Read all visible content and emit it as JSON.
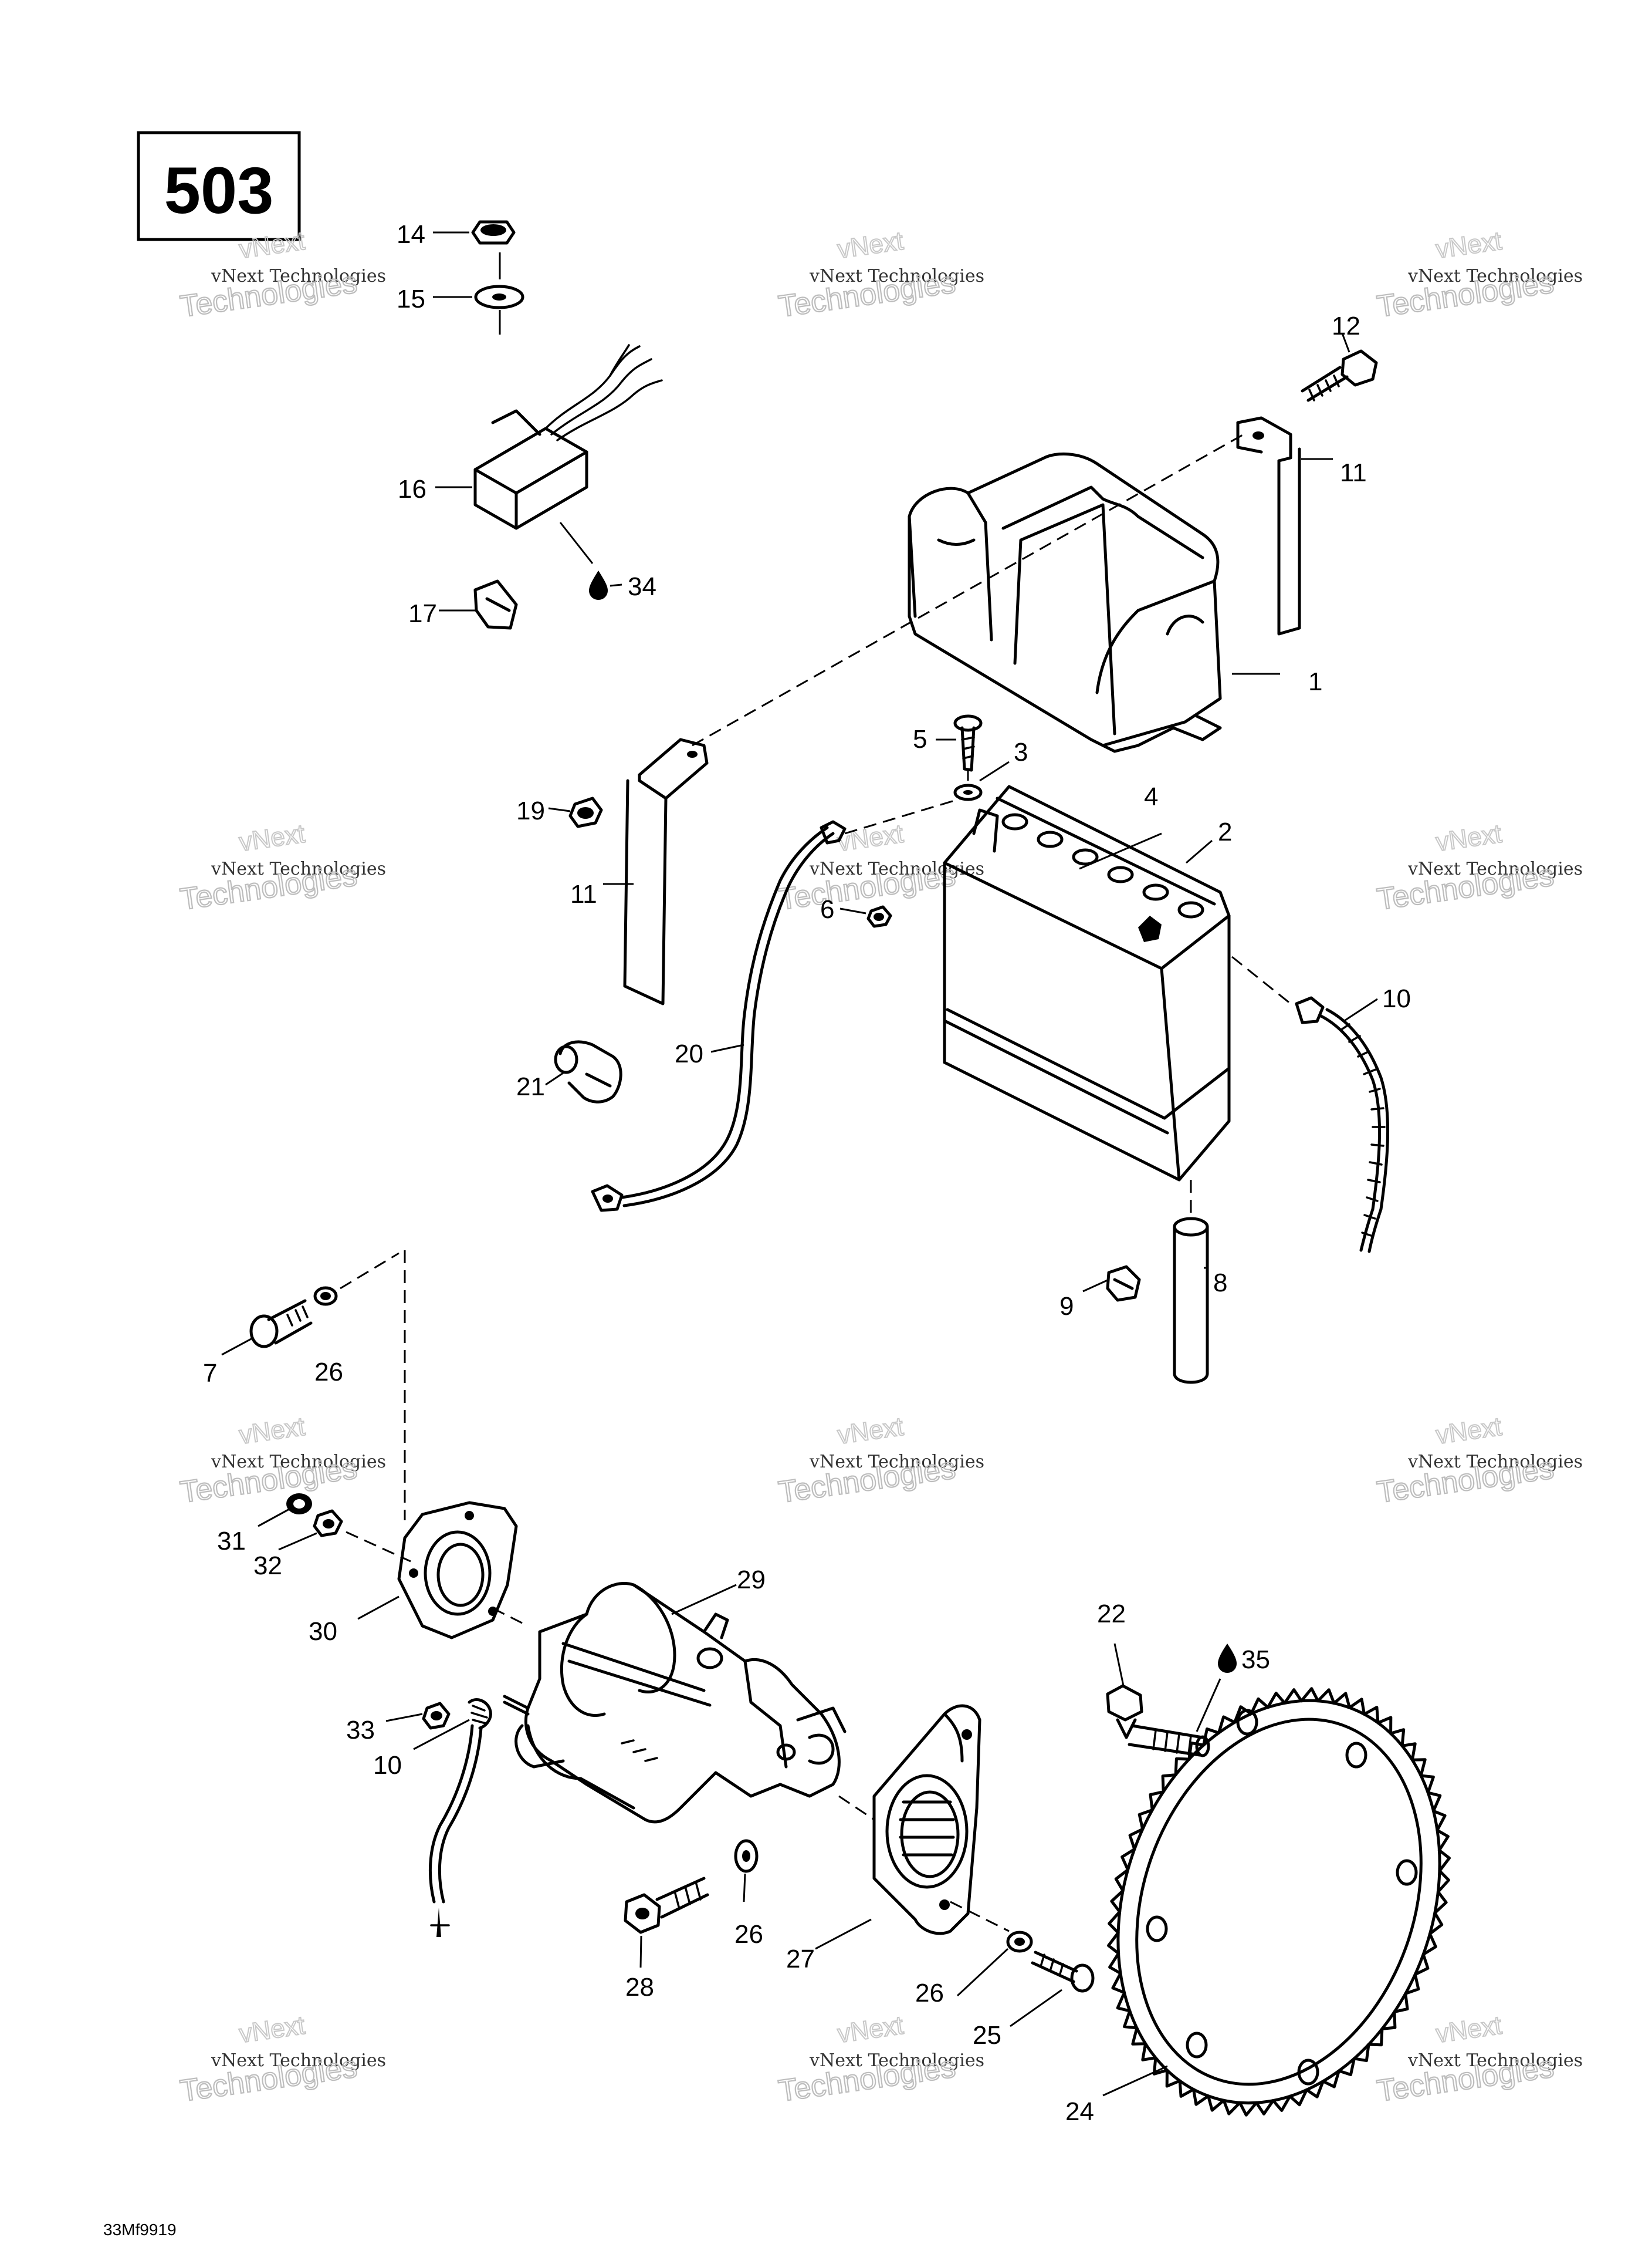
{
  "diagram_number": "503",
  "drawing_code": "33Mf9919",
  "watermark": {
    "line_top": "vNext",
    "line_main": "vNext Technologies",
    "line_bottom": "Technologies"
  },
  "callouts": [
    {
      "id": "c1",
      "text": "1"
    },
    {
      "id": "c2",
      "text": "2"
    },
    {
      "id": "c3",
      "text": "3"
    },
    {
      "id": "c4",
      "text": "4"
    },
    {
      "id": "c5",
      "text": "5"
    },
    {
      "id": "c6",
      "text": "6"
    },
    {
      "id": "c7",
      "text": "7"
    },
    {
      "id": "c8",
      "text": "8"
    },
    {
      "id": "c9",
      "text": "9"
    },
    {
      "id": "c10a",
      "text": "10"
    },
    {
      "id": "c10b",
      "text": "10"
    },
    {
      "id": "c11a",
      "text": "11"
    },
    {
      "id": "c11b",
      "text": "11"
    },
    {
      "id": "c12",
      "text": "12"
    },
    {
      "id": "c14",
      "text": "14"
    },
    {
      "id": "c15",
      "text": "15"
    },
    {
      "id": "c16",
      "text": "16"
    },
    {
      "id": "c17",
      "text": "17"
    },
    {
      "id": "c19",
      "text": "19"
    },
    {
      "id": "c20",
      "text": "20"
    },
    {
      "id": "c21",
      "text": "21"
    },
    {
      "id": "c22",
      "text": "22"
    },
    {
      "id": "c24",
      "text": "24"
    },
    {
      "id": "c25",
      "text": "25"
    },
    {
      "id": "c26a",
      "text": "26"
    },
    {
      "id": "c26b",
      "text": "26"
    },
    {
      "id": "c26c",
      "text": "26"
    },
    {
      "id": "c27",
      "text": "27"
    },
    {
      "id": "c28",
      "text": "28"
    },
    {
      "id": "c29",
      "text": "29"
    },
    {
      "id": "c30",
      "text": "30"
    },
    {
      "id": "c31",
      "text": "31"
    },
    {
      "id": "c32",
      "text": "32"
    },
    {
      "id": "c33",
      "text": "33"
    },
    {
      "id": "c34",
      "text": "34"
    },
    {
      "id": "c35",
      "text": "35"
    }
  ]
}
